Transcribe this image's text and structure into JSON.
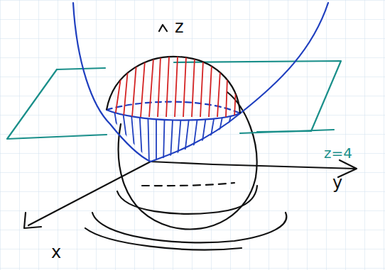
{
  "diagram": {
    "labels": [
      "z",
      "z=4",
      "y",
      "x"
    ]
  }
}
